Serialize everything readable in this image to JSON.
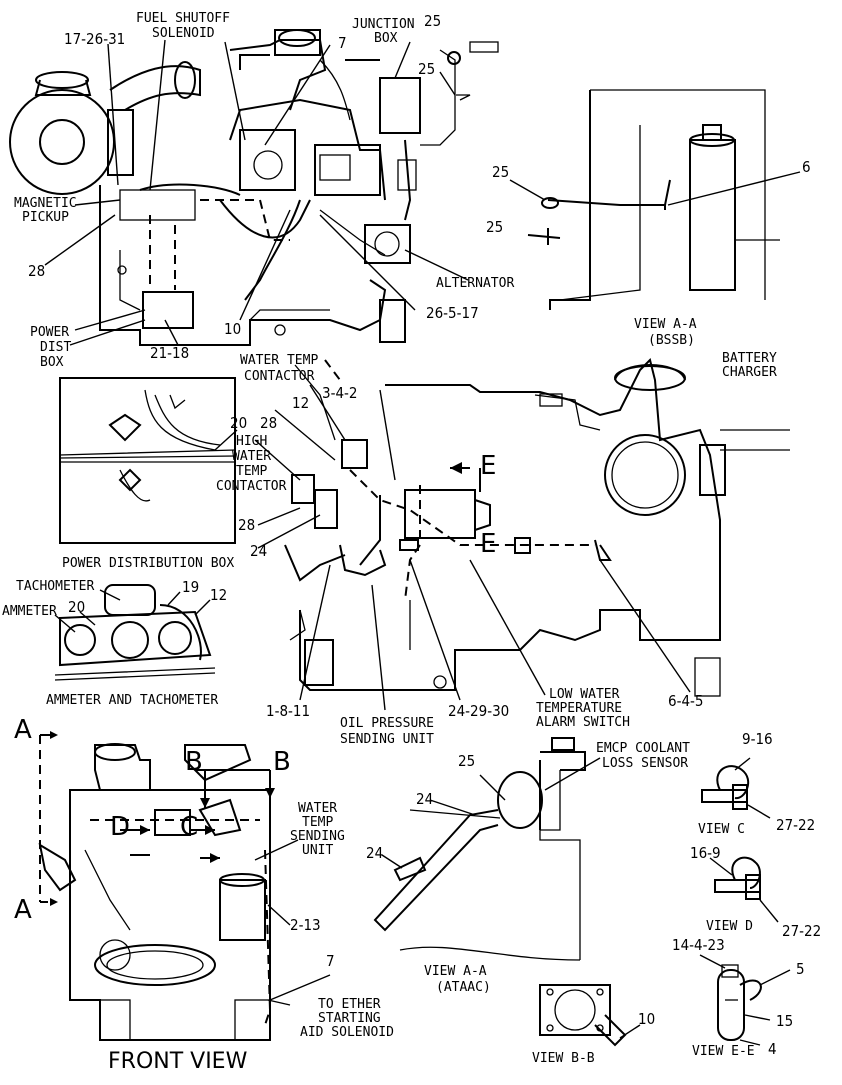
{
  "labels": {
    "fuel_shutoff": [
      "FUEL SHUTOFF",
      "SOLENOID"
    ],
    "junction_box": [
      "JUNCTION",
      "BOX"
    ],
    "magnetic_pickup": [
      "MAGNETIC",
      "PICKUP"
    ],
    "alternator": "ALTERNATOR",
    "power_dist_box": [
      "POWER",
      "DIST",
      "BOX"
    ],
    "view_aa_bssb": [
      "VIEW A-A",
      "(BSSB)"
    ],
    "battery_charger": [
      "BATTERY",
      "CHARGER"
    ],
    "water_temp_contactor": [
      "WATER TEMP",
      "CONTACTOR"
    ],
    "high_water_temp": [
      "HIGH",
      "WATER",
      "TEMP",
      "CONTACTOR"
    ],
    "power_distribution_box": "POWER DISTRIBUTION BOX",
    "tachometer": "TACHOMETER",
    "ammeter": "AMMETER",
    "ammeter_and_tachometer": "AMMETER AND TACHOMETER",
    "oil_pressure": [
      "OIL PRESSURE",
      "SENDING UNIT"
    ],
    "low_water_temp": [
      "LOW WATER",
      "TEMPERATURE",
      "ALARM SWITCH"
    ],
    "emcp_coolant": [
      "EMCP COOLANT",
      "LOSS SENSOR"
    ],
    "water_temp_sending": [
      "WATER",
      "TEMP",
      "SENDING",
      "UNIT"
    ],
    "view_c": "VIEW C",
    "view_d": "VIEW D",
    "view_aa_ataac": [
      "VIEW A-A",
      "(ATAAC)"
    ],
    "view_ee": "VIEW E-E",
    "view_bb": "VIEW B-B",
    "ether": [
      "TO ETHER",
      "STARTING",
      "AID SOLENOID"
    ],
    "front_view": "FRONT VIEW"
  },
  "letters": {
    "A": "A",
    "B": "B",
    "C": "C",
    "D": "D",
    "E": "E"
  },
  "callouts": {
    "c17_26_31": "17-26-31",
    "c7_top": "7",
    "c25_a": "25",
    "c25_b": "25",
    "c25_c": "25",
    "c25_d": "25",
    "c6": "6",
    "c28_a": "28",
    "c10": "10",
    "c26_5_17": "26-5-17",
    "c21_18": "21-18",
    "c3_4_2": "3-4-2",
    "c12_a": "12",
    "c28_b": "28",
    "c20_a": "20",
    "c28_c": "28",
    "c24_a": "24",
    "c19": "19",
    "c12_b": "12",
    "c20_b": "20",
    "c1_8_11": "1-8-11",
    "c24_29_30": "24-29-30",
    "c6_4_5": "6-4-5",
    "c9_16": "9-16",
    "c27_22_a": "27-22",
    "c16_9": "16-9",
    "c27_22_b": "27-22",
    "c2_13": "2-13",
    "c7_bottom": "7",
    "c25_e": "25",
    "c24_b": "24",
    "c24_c": "24",
    "c14_4_23": "14-4-23",
    "c5": "5",
    "c15": "15",
    "c4": "4",
    "c10_b": "10"
  }
}
